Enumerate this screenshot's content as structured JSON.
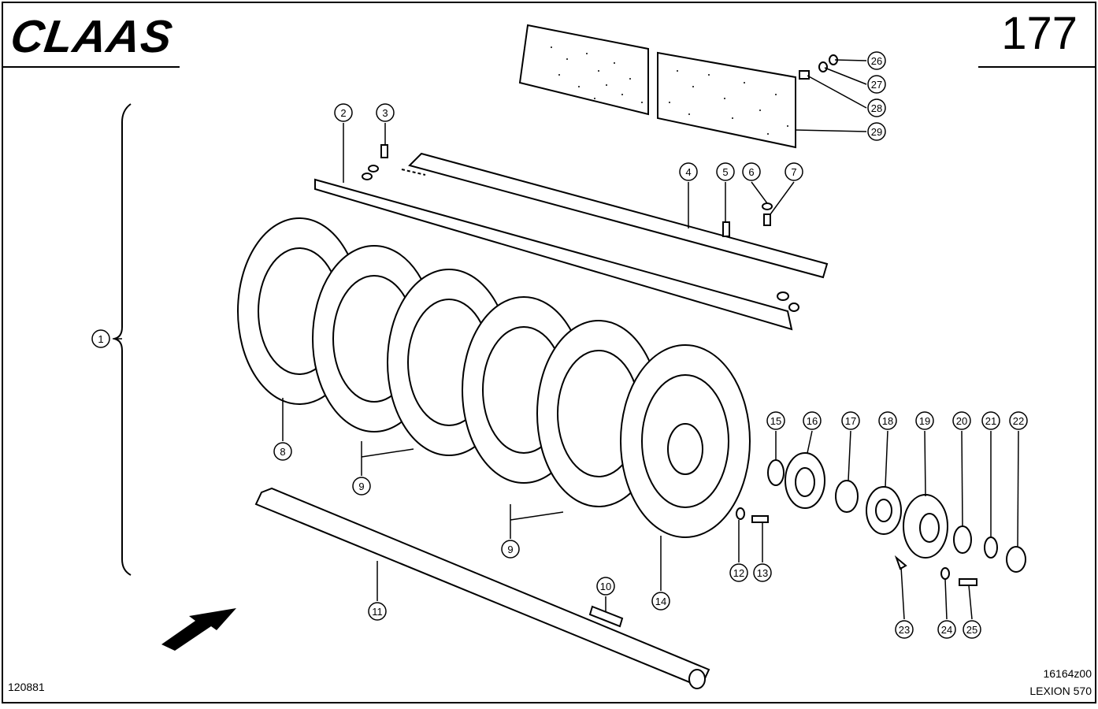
{
  "header": {
    "brand": "CLAAS",
    "page_number": "177"
  },
  "footer": {
    "drawing_code": "120881",
    "figure_code": "16164z00",
    "model": "LEXION 570"
  },
  "callouts": [
    {
      "label": "1"
    },
    {
      "label": "2"
    },
    {
      "label": "3"
    },
    {
      "label": "4"
    },
    {
      "label": "5"
    },
    {
      "label": "6"
    },
    {
      "label": "7"
    },
    {
      "label": "8"
    },
    {
      "label": "9"
    },
    {
      "label": "9"
    },
    {
      "label": "10"
    },
    {
      "label": "11"
    },
    {
      "label": "12"
    },
    {
      "label": "13"
    },
    {
      "label": "14"
    },
    {
      "label": "15"
    },
    {
      "label": "16"
    },
    {
      "label": "17"
    },
    {
      "label": "18"
    },
    {
      "label": "19"
    },
    {
      "label": "20"
    },
    {
      "label": "21"
    },
    {
      "label": "22"
    },
    {
      "label": "23"
    },
    {
      "label": "24"
    },
    {
      "label": "25"
    },
    {
      "label": "26"
    },
    {
      "label": "27"
    },
    {
      "label": "28"
    },
    {
      "label": "29"
    }
  ]
}
